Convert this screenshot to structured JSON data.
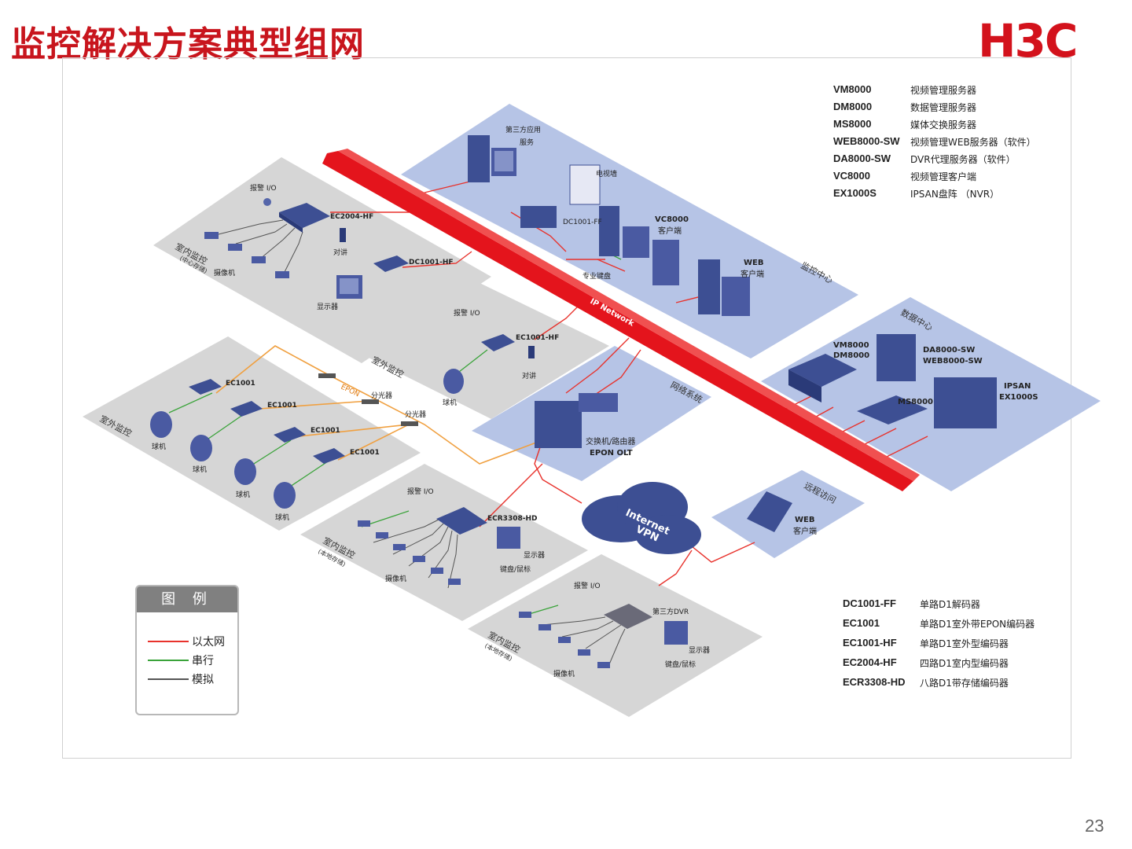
{
  "slide": {
    "title": "监控解决方案典型组网",
    "brand": "H3C",
    "page_number": "23"
  },
  "legend_top": [
    {
      "code": "VM8000",
      "desc": "视频管理服务器"
    },
    {
      "code": "DM8000",
      "desc": "数据管理服务器"
    },
    {
      "code": "MS8000",
      "desc": "媒体交换服务器"
    },
    {
      "code": "WEB8000-SW",
      "desc": "视频管理WEB服务器（软件）"
    },
    {
      "code": "DA8000-SW",
      "desc": "DVR代理服务器（软件）"
    },
    {
      "code": "VC8000",
      "desc": "视频管理客户端"
    },
    {
      "code": "EX1000S",
      "desc": "IPSAN盘阵 （NVR）"
    }
  ],
  "legend_bottom": [
    {
      "code": "DC1001-FF",
      "desc": "单路D1解码器"
    },
    {
      "code": "EC1001",
      "desc": "单路D1室外带EPON编码器"
    },
    {
      "code": "EC1001-HF",
      "desc": "单路D1室外型编码器"
    },
    {
      "code": "EC2004-HF",
      "desc": "四路D1室内型编码器"
    },
    {
      "code": "ECR3308-HD",
      "desc": "八路D1带存储编码器"
    }
  ],
  "key": {
    "title": "图 例",
    "items": [
      {
        "label": "以太网",
        "color": "#e8322c"
      },
      {
        "label": "串行",
        "color": "#3aa33a"
      },
      {
        "label": "模拟",
        "color": "#555555"
      }
    ]
  },
  "zones": {
    "indoor_center": "室内监控",
    "indoor_center_sub": "(中心存储)",
    "outdoor_1": "室外监控",
    "outdoor_2": "室外监控",
    "indoor_local": "室内监控",
    "indoor_local_sub": "(本地存储)",
    "indoor_local2": "室内监控",
    "indoor_local2_sub": "(本地存储)",
    "monitor_center": "监控中心",
    "network": "网络系统",
    "data_center": "数据中心",
    "remote": "远程访问"
  },
  "labels": {
    "alarm_io": "报警 I/O",
    "ec2004": "EC2004-HF",
    "dc1001hf": "DC1001-HF",
    "intercom": "对讲",
    "camera": "摄像机",
    "monitor": "显示器",
    "ec1001hf": "EC1001-HF",
    "dome": "球机",
    "ec1001": "EC1001",
    "epon": "EPON",
    "splitter": "分光器",
    "third_party_app": "第三方应用",
    "service": "服务",
    "tv_wall": "电视墙",
    "dc1001ff": "DC1001-FF",
    "vc8000": "VC8000",
    "client": "客户端",
    "pro_keyboard": "专业键盘",
    "web": "WEB",
    "ip_network": "IP Network",
    "switch_router": "交换机/路由器",
    "epon_olt": "EPON OLT",
    "vm8000": "VM8000",
    "dm8000": "DM8000",
    "da8000": "DA8000-SW",
    "web8000": "WEB8000-SW",
    "ipsan": "IPSAN",
    "ex1000s": "EX1000S",
    "ms8000": "MS8000",
    "internet": "Internet",
    "vpn": "VPN",
    "ecr3308": "ECR3308-HD",
    "kb_mouse": "键盘/鼠标",
    "third_dvr": "第三方DVR"
  }
}
